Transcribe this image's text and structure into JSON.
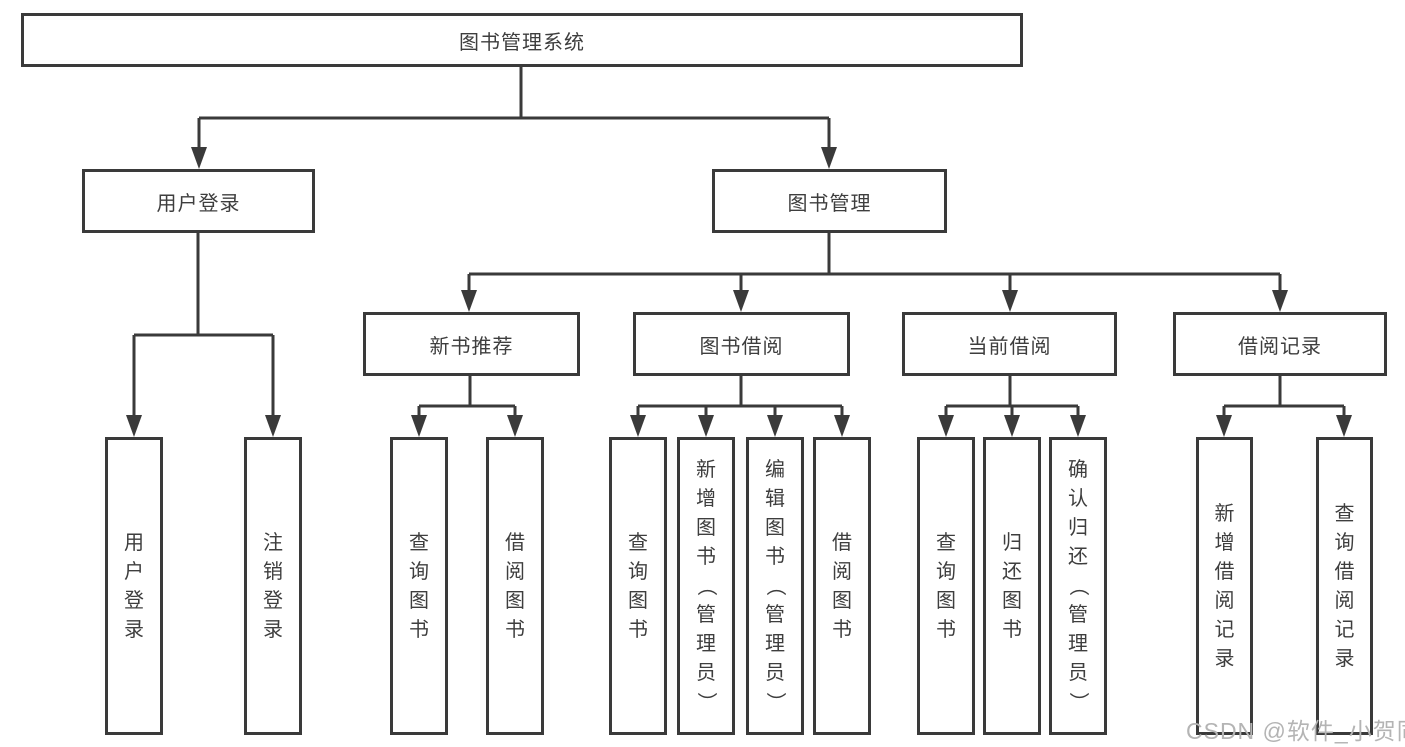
{
  "diagram": {
    "root": {
      "label": "图书管理系统"
    },
    "level2": [
      {
        "label": "用户登录"
      },
      {
        "label": "图书管理"
      }
    ],
    "user_login_children": [
      {
        "label": "用户登录"
      },
      {
        "label": "注销登录"
      }
    ],
    "book_mgmt_branches": [
      {
        "label": "新书推荐",
        "children": [
          {
            "label": "查询图书"
          },
          {
            "label": "借阅图书"
          }
        ]
      },
      {
        "label": "图书借阅",
        "children": [
          {
            "label": "查询图书"
          },
          {
            "label": "新增图书（管理员）"
          },
          {
            "label": "编辑图书（管理员）"
          },
          {
            "label": "借阅图书"
          }
        ]
      },
      {
        "label": "当前借阅",
        "children": [
          {
            "label": "查询图书"
          },
          {
            "label": "归还图书"
          },
          {
            "label": "确认归还（管理员）"
          }
        ]
      },
      {
        "label": "借阅记录",
        "children": [
          {
            "label": "新增借阅记录"
          },
          {
            "label": "查询借阅记录"
          }
        ]
      }
    ]
  },
  "watermark": {
    "text": "CSDN @软件_小贺同学"
  },
  "colors": {
    "line": "#3a3a3a",
    "text": "#3e3e3e",
    "watermark": "#b4b4b4",
    "background": "#ffffff"
  }
}
